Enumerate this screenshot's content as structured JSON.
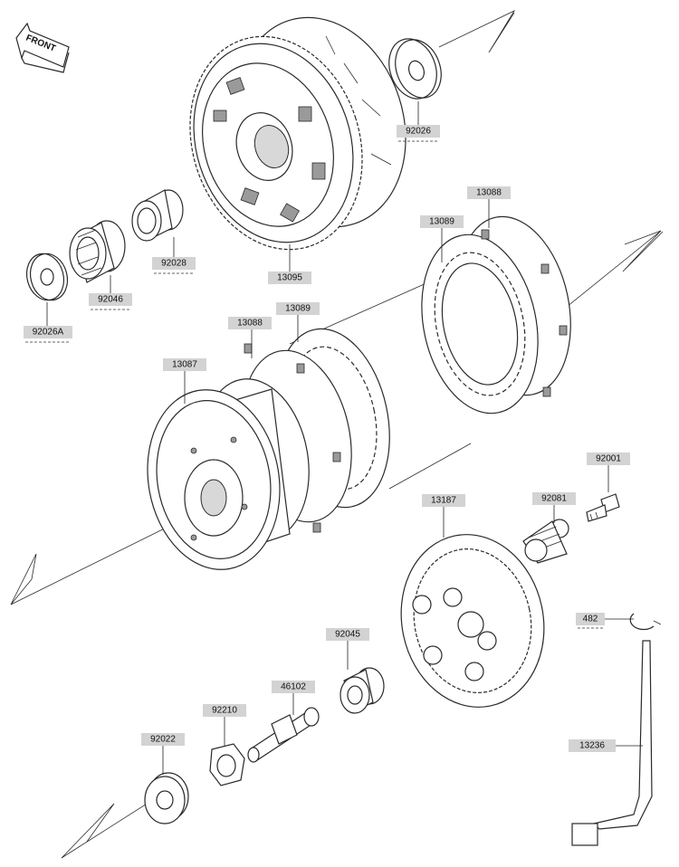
{
  "direction_label": "FRONT",
  "parts": [
    {
      "id": "p92026",
      "label": "92026"
    },
    {
      "id": "p13088a",
      "label": "13088"
    },
    {
      "id": "p13089a",
      "label": "13089"
    },
    {
      "id": "p92028",
      "label": "92028"
    },
    {
      "id": "p13095",
      "label": "13095"
    },
    {
      "id": "p92046",
      "label": "92046"
    },
    {
      "id": "p92026A",
      "label": "92026A"
    },
    {
      "id": "p13088b",
      "label": "13088"
    },
    {
      "id": "p13089b",
      "label": "13089"
    },
    {
      "id": "p13087",
      "label": "13087"
    },
    {
      "id": "p92001",
      "label": "92001"
    },
    {
      "id": "p92081",
      "label": "92081"
    },
    {
      "id": "p13187",
      "label": "13187"
    },
    {
      "id": "p482",
      "label": "482"
    },
    {
      "id": "p92045",
      "label": "92045"
    },
    {
      "id": "p46102",
      "label": "46102"
    },
    {
      "id": "p92210",
      "label": "92210"
    },
    {
      "id": "p92022",
      "label": "92022"
    },
    {
      "id": "p13236",
      "label": "13236"
    }
  ]
}
